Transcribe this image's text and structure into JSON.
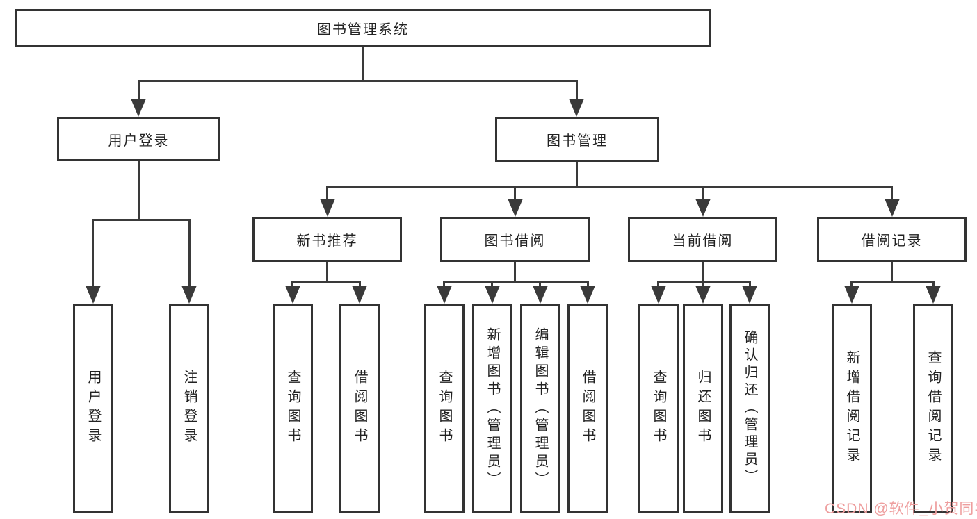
{
  "tree": {
    "label": "图书管理系统",
    "children": [
      {
        "label": "用户登录",
        "children": [
          {
            "label": "用户登录"
          },
          {
            "label": "注销登录"
          }
        ]
      },
      {
        "label": "图书管理",
        "children": [
          {
            "label": "新书推荐",
            "children": [
              {
                "label": "查询图书"
              },
              {
                "label": "借阅图书"
              }
            ]
          },
          {
            "label": "图书借阅",
            "children": [
              {
                "label": "查询图书"
              },
              {
                "label": "新增图书（管理员）"
              },
              {
                "label": "编辑图书（管理员）"
              },
              {
                "label": "借阅图书"
              }
            ]
          },
          {
            "label": "当前借阅",
            "children": [
              {
                "label": "查询图书"
              },
              {
                "label": "归还图书"
              },
              {
                "label": "确认归还（管理员）"
              }
            ]
          },
          {
            "label": "借阅记录",
            "children": [
              {
                "label": "新增借阅记录"
              },
              {
                "label": "查询借阅记录"
              }
            ]
          }
        ]
      }
    ]
  },
  "watermark": {
    "text": "CSDN @软件_小贺同学",
    "color": "#ee9e9e"
  },
  "colors": {
    "line": "#3a3a3a",
    "border": "#333333",
    "text": "#222222",
    "background": "#ffffff"
  }
}
